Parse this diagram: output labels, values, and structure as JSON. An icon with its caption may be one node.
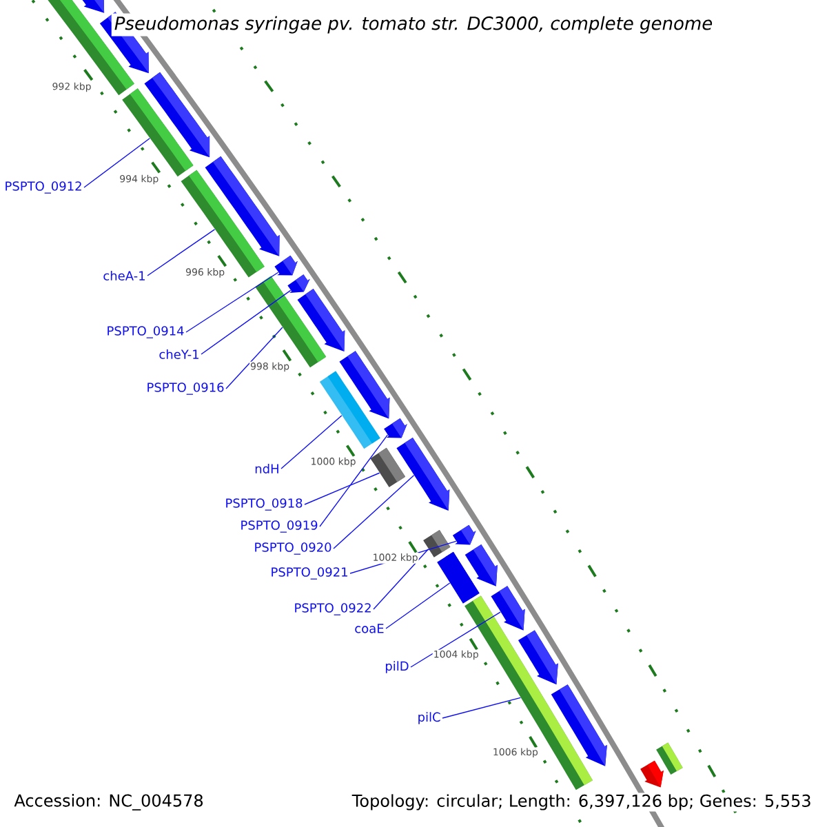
{
  "diagram": {
    "title": "Pseudomonas syringae pv. tomato str. DC3000, complete genome",
    "nodes": [
      {
        "text": [
          "PSPTO_0912"
        ]
      },
      {
        "text": [
          "cheA-1"
        ]
      },
      {
        "text": [
          "PSPTO_0914"
        ]
      },
      {
        "text": [
          "cheY-1"
        ]
      },
      {
        "text": [
          "PSPTO_0916"
        ]
      },
      {
        "text": [
          "ndH"
        ]
      },
      {
        "text": [
          "PSPTO_0918"
        ]
      },
      {
        "text": [
          "PSPTO_0919"
        ]
      },
      {
        "text": [
          "PSPTO_0920"
        ]
      },
      {
        "text": [
          "PSPTO_0921"
        ]
      },
      {
        "text": [
          "PSPTO_0922"
        ]
      },
      {
        "text": [
          "coaE"
        ]
      },
      {
        "text": [
          "pilD"
        ]
      },
      {
        "text": [
          "pilC"
        ]
      },
      {
        "text": [],
        "shape": "bar"
      },
      {
        "text": [],
        "shape": "arrow"
      },
      {
        "text": [],
        "shape": "arrow"
      },
      {
        "text": [],
        "shape": "arrow"
      },
      {
        "text": [],
        "shape": "bar"
      },
      {
        "text": [],
        "shape": "bar"
      },
      {
        "text": [],
        "shape": "arrow"
      },
      {
        "text": [],
        "shape": "arrow"
      },
      {
        "text": [],
        "shape": "bar"
      },
      {
        "text": [],
        "shape": "arrow"
      },
      {
        "text": [],
        "shape": "arrow"
      },
      {
        "text": [],
        "shape": "arrow"
      },
      {
        "text": [],
        "shape": "bar"
      },
      {
        "text": [],
        "shape": "arrow"
      },
      {
        "text": [],
        "shape": "bar"
      },
      {
        "text": [],
        "shape": "arrow"
      },
      {
        "text": [],
        "shape": "bar"
      },
      {
        "text": [],
        "shape": "arrow"
      },
      {
        "text": [],
        "shape": "bar"
      },
      {
        "text": [],
        "shape": "arrow"
      },
      {
        "text": [],
        "shape": "bar"
      },
      {
        "text": [],
        "shape": "arrow"
      },
      {
        "text": [],
        "shape": "arrow"
      },
      {
        "text": [],
        "shape": "arrow"
      },
      {
        "text": [],
        "shape": "bar"
      },
      {
        "text": [],
        "shape": "arrow"
      }
    ],
    "edges": [
      {
        "from": 0,
        "to": 18,
        "arrow": "none"
      },
      {
        "from": 1,
        "to": 19,
        "arrow": "none"
      },
      {
        "from": 2,
        "to": 21,
        "arrow": "none"
      },
      {
        "from": 3,
        "to": 23,
        "arrow": "none"
      },
      {
        "from": 4,
        "to": 22,
        "arrow": "none"
      },
      {
        "from": 5,
        "to": 26,
        "arrow": "none"
      },
      {
        "from": 6,
        "to": 28,
        "arrow": "none"
      },
      {
        "from": 7,
        "to": 27,
        "arrow": "none"
      },
      {
        "from": 8,
        "to": 29,
        "arrow": "none"
      },
      {
        "from": 9,
        "to": 31,
        "arrow": "none"
      },
      {
        "from": 10,
        "to": 30,
        "arrow": "none"
      },
      {
        "from": 11,
        "to": 32,
        "arrow": "none"
      },
      {
        "from": 12,
        "to": 35,
        "arrow": "none"
      },
      {
        "from": 13,
        "to": 34,
        "arrow": "none"
      }
    ],
    "labels": [
      "992 kbp",
      "994 kbp",
      "996 kbp",
      "998 kbp",
      "1000 kbp",
      "1002 kbp",
      "1004 kbp",
      "1006 kbp",
      "Accession: NC_004578",
      "Topology: circular; Length: 6,397,126 bp; Genes: 5,553"
    ]
  }
}
